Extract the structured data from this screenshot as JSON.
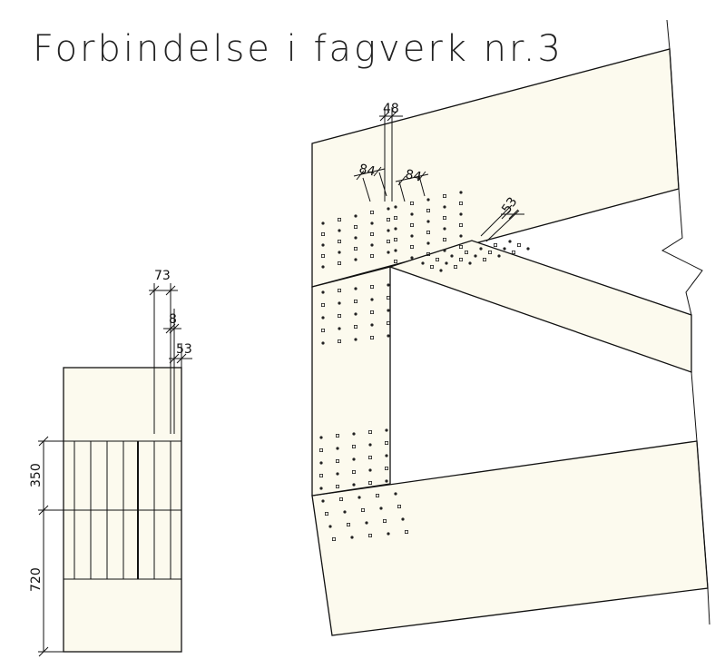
{
  "drawing": {
    "title": "Forbindelse i fagverk nr.3"
  },
  "dimensions": {
    "side_view": {
      "d73": "73",
      "d8": "8",
      "d53": "53",
      "d350": "350",
      "d720": "720"
    },
    "joint": {
      "d48": "48",
      "d84a": "84",
      "d84b": "84",
      "d53": "53"
    }
  },
  "colors": {
    "timber": "#fcfaee",
    "line": "#111111"
  }
}
